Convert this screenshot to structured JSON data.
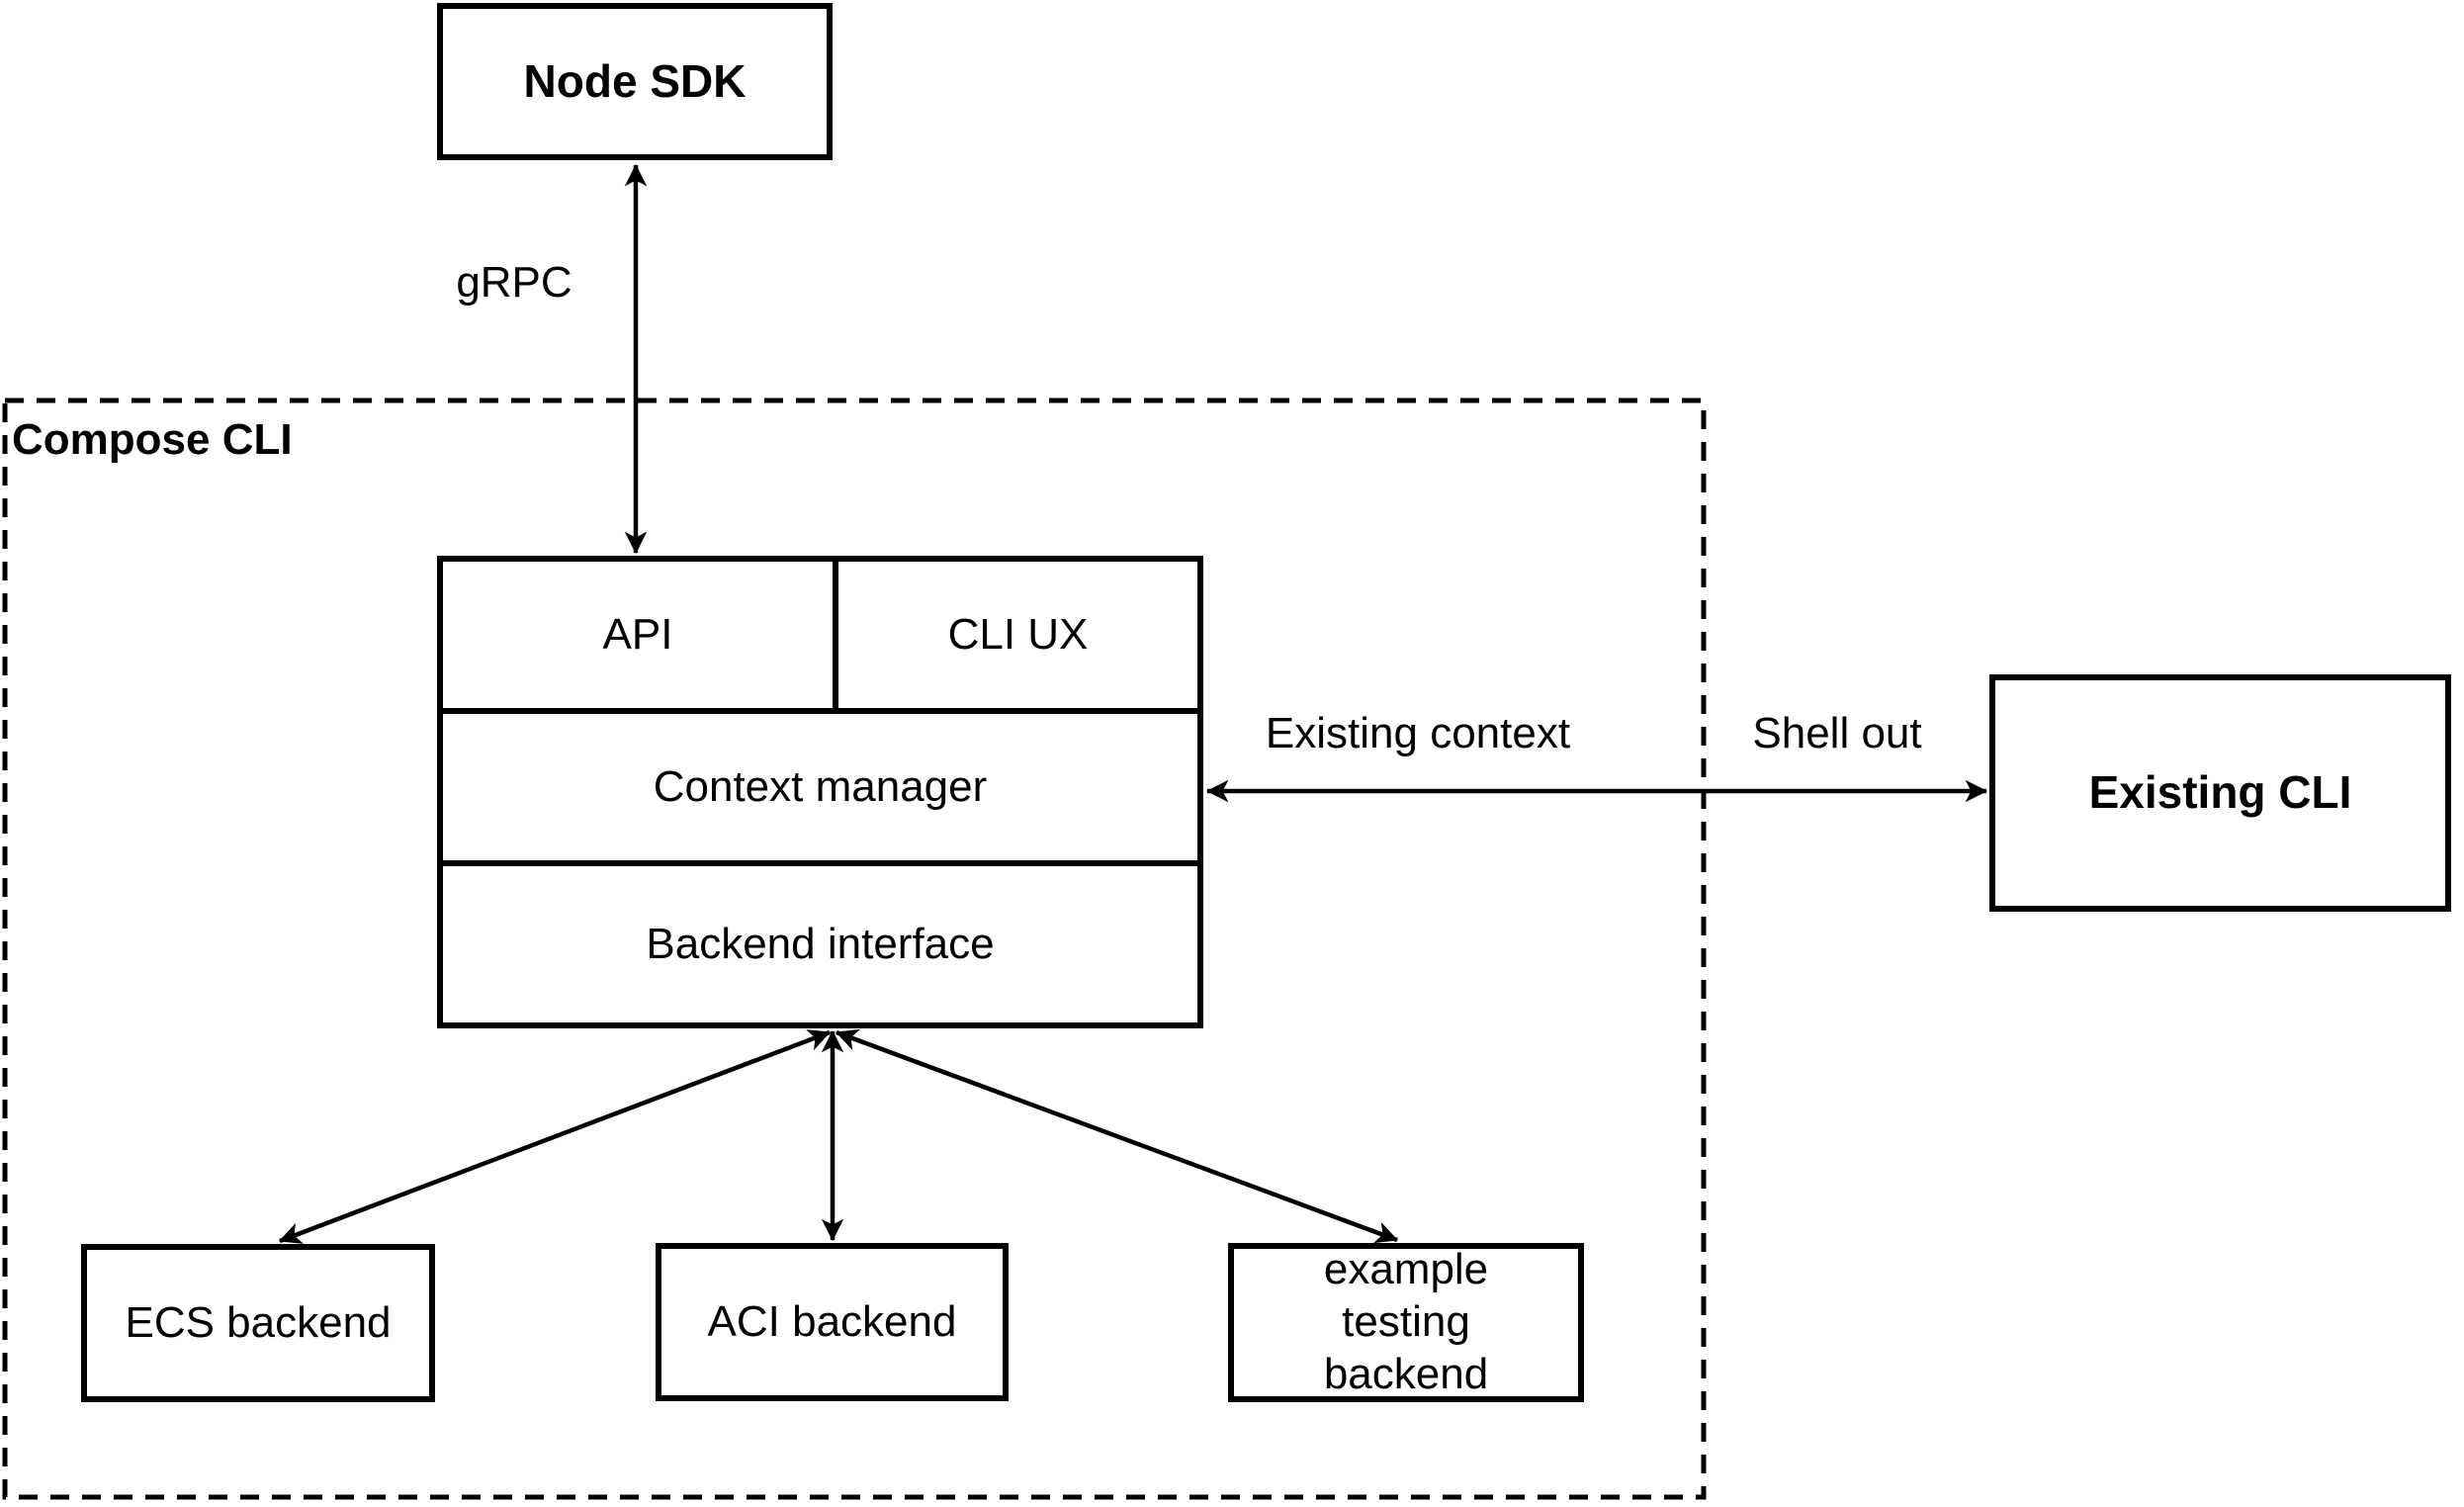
{
  "colors": {
    "line": "#000000",
    "background": "#ffffff"
  },
  "nodes": {
    "node_sdk": {
      "label": "Node SDK"
    },
    "compose_cli_container": {
      "label": "Compose CLI"
    },
    "api": {
      "label": "API"
    },
    "cli_ux": {
      "label": "CLI UX"
    },
    "context_manager": {
      "label": "Context manager"
    },
    "backend_interface": {
      "label": "Backend interface"
    },
    "ecs_backend": {
      "label": "ECS backend"
    },
    "aci_backend": {
      "label": "ACI backend"
    },
    "example_testing_backend": {
      "label": "example testing backend"
    },
    "existing_cli": {
      "label": "Existing CLI"
    }
  },
  "edges": {
    "grpc": {
      "label": "gRPC"
    },
    "existing_context": {
      "label": "Existing context"
    },
    "shell_out": {
      "label": "Shell out"
    }
  }
}
